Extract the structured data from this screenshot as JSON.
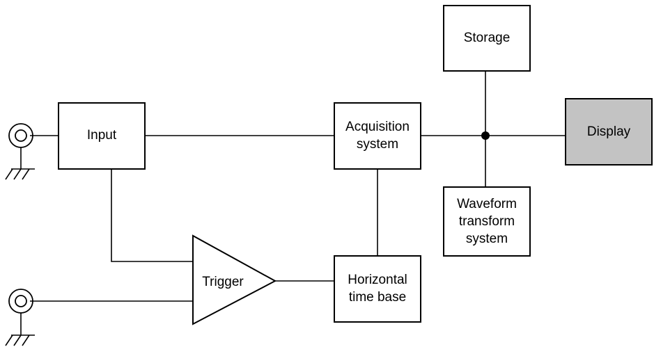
{
  "diagram": {
    "blocks": {
      "input": "Input",
      "acquisition_line1": "Acquisition",
      "acquisition_line2": "system",
      "storage": "Storage",
      "display": "Display",
      "waveform_line1": "Waveform",
      "waveform_line2": "transform",
      "waveform_line3": "system",
      "horizontal_line1": "Horizontal",
      "horizontal_line2": "time base",
      "trigger": "Trigger"
    },
    "colors": {
      "display_fill": "#c3c3c3",
      "line": "#000000"
    }
  }
}
